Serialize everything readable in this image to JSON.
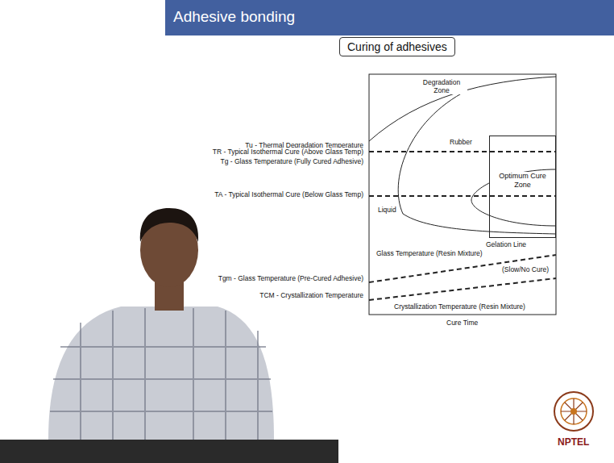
{
  "diagram": {
    "title": "Adhesive bonding",
    "nodes": [
      {
        "text": [
          "Curing of adhesives"
        ]
      },
      {
        "text": [
          "Optimum Cure Zone"
        ]
      }
    ],
    "labels": [
      "Tu - Thermal Degradation Temperature",
      "TR - Typical Isothermal Cure (Above Glass Temp)",
      "Tg - Glass Temperature (Fully Cured Adhesive)",
      "TA - Typical Isothermal Cure (Below Glass Temp)",
      "Tgm - Glass Temperature (Pre-Cured Adhesive)",
      "TCM - Crystallization Temperature",
      "Degradation Zone",
      "Rubber",
      "Liquid",
      "Gelation Line",
      "Glass Temperature (Resin Mixture)",
      "(Slow/No Cure)",
      "Crystallization Temperature (Resin Mixture)",
      "Cure Time",
      "NPTEL"
    ]
  }
}
